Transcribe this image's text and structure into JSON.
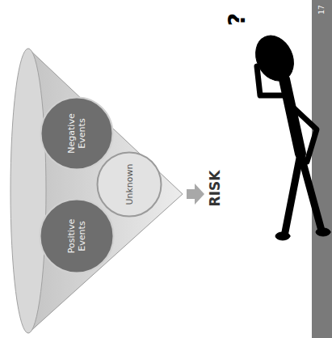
{
  "diagram": {
    "nodes": [
      {
        "text": [
          "Positive Events"
        ]
      },
      {
        "text": [
          "Negative Events"
        ]
      },
      {
        "text": [
          "Unknown"
        ]
      }
    ],
    "labels": [
      "RISK",
      "?",
      "17"
    ]
  }
}
